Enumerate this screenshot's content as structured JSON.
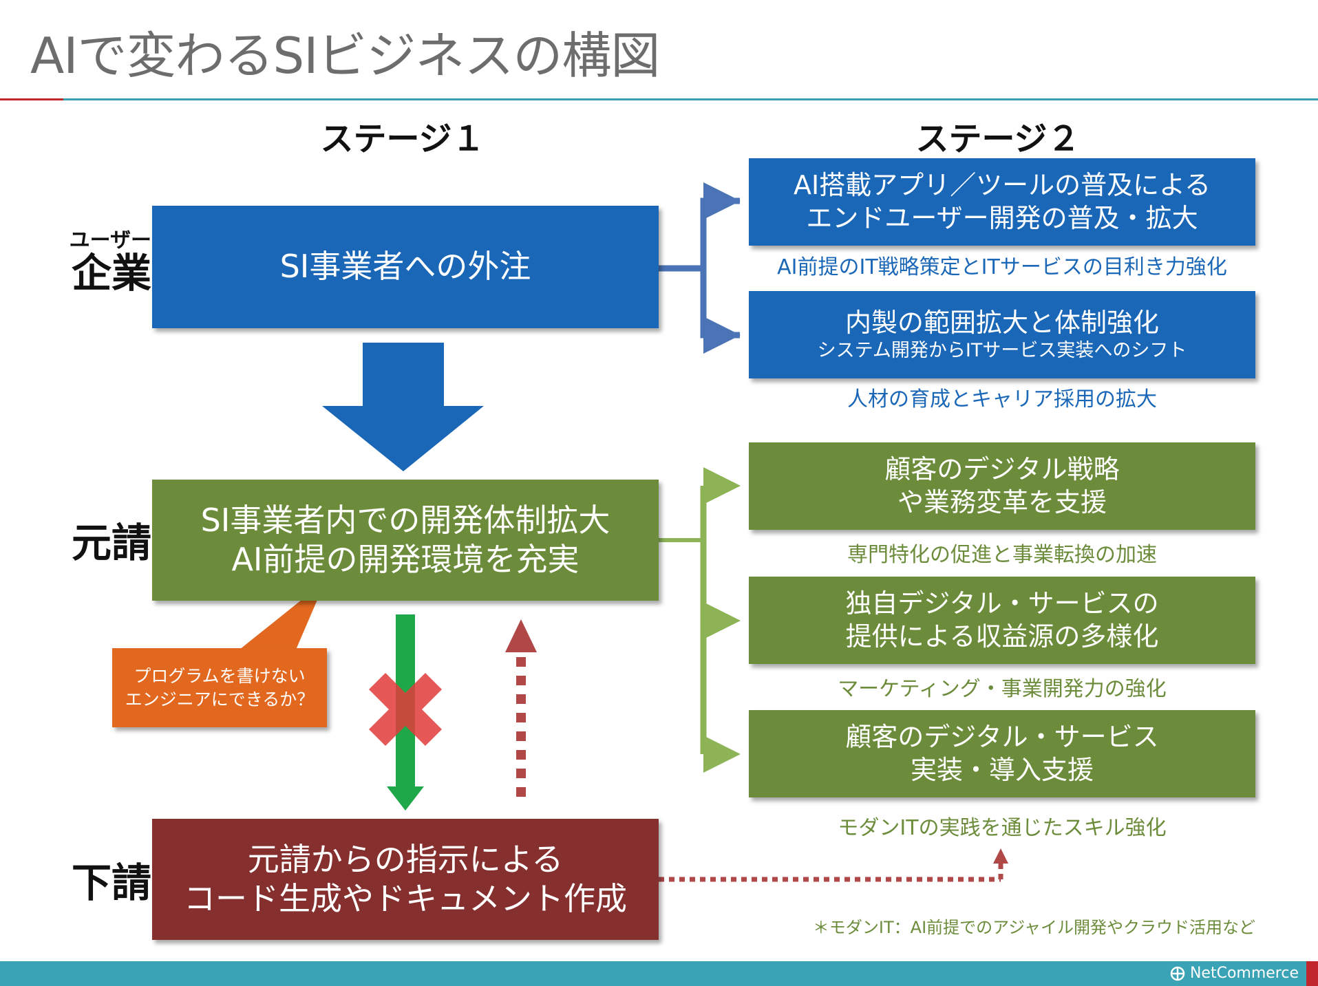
{
  "title": "AIで変わるSIビジネスの構図",
  "stages": {
    "stage1": "ステージ１",
    "stage2": "ステージ２"
  },
  "rows": {
    "user": {
      "small": "ユーザー",
      "big": "企業"
    },
    "prime": "元請",
    "sub": "下請"
  },
  "stage1": {
    "user_box": "SI事業者への外注",
    "prime_box": [
      "SI事業者内での開発体制拡大",
      "AI前提の開発環境を充実"
    ],
    "sub_box": [
      "元請からの指示による",
      "コード生成やドキュメント作成"
    ],
    "callout": [
      "プログラムを書けない",
      "エンジニアにできるか？"
    ]
  },
  "stage2": {
    "user": [
      {
        "lines": [
          "AI搭載アプリ／ツールの普及による",
          "エンドユーザー開発の普及・拡大"
        ],
        "note": "AI前提のIT戦略策定とITサービスの目利き力強化"
      },
      {
        "lines": [
          "内製の範囲拡大と体制強化"
        ],
        "sub": "システム開発からITサービス実装へのシフト",
        "note": "人材の育成とキャリア採用の拡大"
      }
    ],
    "prime": [
      {
        "lines": [
          "顧客のデジタル戦略",
          "や業務変革を支援"
        ],
        "note": "専門特化の促進と事業転換の加速"
      },
      {
        "lines": [
          "独自デジタル・サービスの",
          "提供による収益源の多様化"
        ],
        "note": "マーケティング・事業開発力の強化"
      },
      {
        "lines": [
          "顧客のデジタル・サービス",
          "実装・導入支援"
        ],
        "note": "モダンITの実践を通じたスキル強化"
      }
    ],
    "footnote": "＊モダンIT：AI前提でのアジャイル開発やクラウド活用など"
  },
  "logo": "NetCommerce",
  "colors": {
    "blue": "#1b67b7",
    "green": "#6d8c3b",
    "light_green": "#8db356",
    "maroon": "#862f2f",
    "orange": "#e2681f",
    "arrow_green": "#1fa84a",
    "cross_red": "#e23b3b",
    "dotted_red": "#b04848",
    "teal": "#3aa3b5"
  }
}
